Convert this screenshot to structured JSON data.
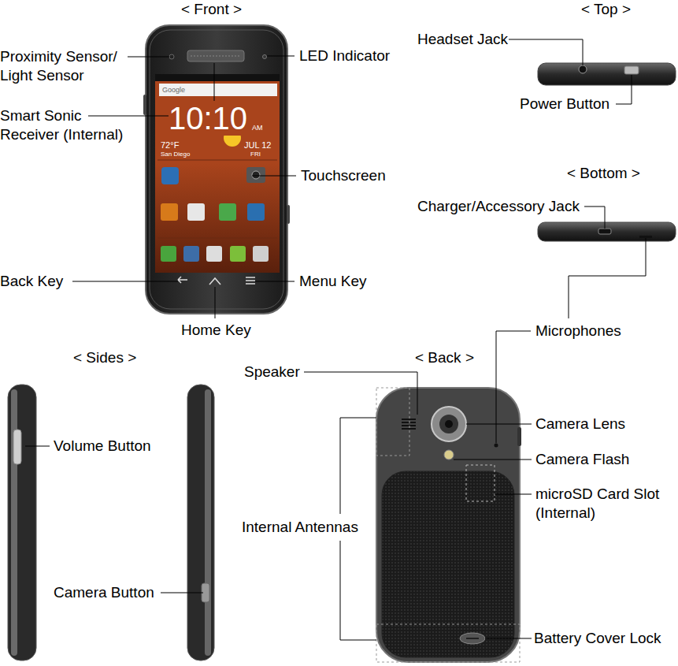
{
  "diagram": {
    "labels": [
      "< Front >",
      "< Top >",
      "Headset Jack",
      "Proximity Sensor/ Light Sensor",
      "LED Indicator",
      "Power Button",
      "Smart Sonic Receiver (Internal)",
      "Google",
      "10:10",
      "AM",
      "72°F",
      "San Diego",
      "JUL 12",
      "FRI",
      "Touchscreen",
      "< Bottom >",
      "Charger/Accessory Jack",
      "Back Key",
      "Menu Key",
      "Home Key",
      "Microphones",
      "< Sides >",
      "< Back >",
      "Speaker",
      "Camera Lens",
      "Volume Button",
      "Camera Flash",
      "microSD Card Slot (Internal)",
      "Internal Antennas",
      "Camera Button",
      "Battery Cover Lock"
    ]
  }
}
